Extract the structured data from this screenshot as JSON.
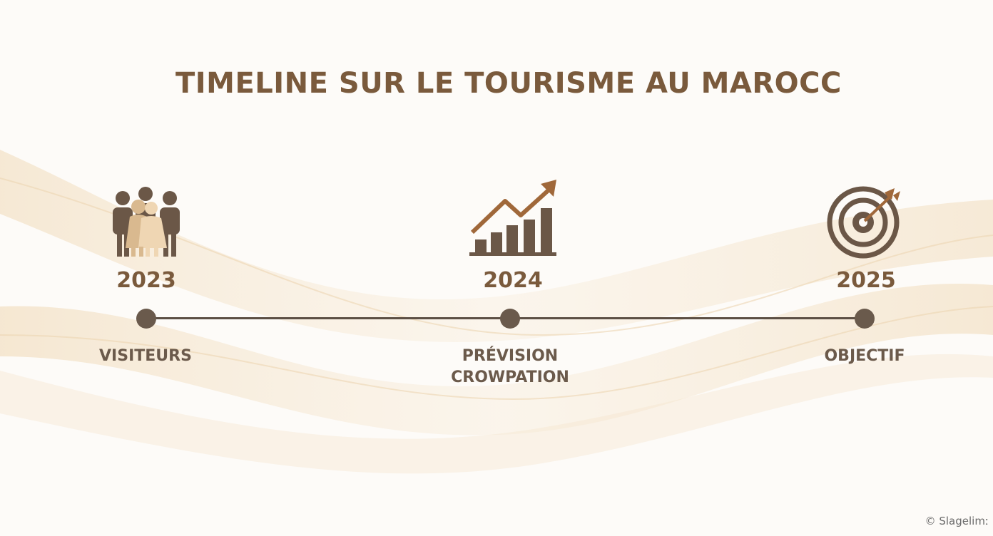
{
  "title": "TIMELINE SUR LE TOURISME AU MAROCC",
  "milestones": [
    {
      "year": "2023",
      "label_lines": [
        "VISITEURS"
      ],
      "icon": "people-group-icon"
    },
    {
      "year": "2024",
      "label_lines": [
        "PRÉVISION",
        "CROWPATION"
      ],
      "icon": "growth-chart-icon"
    },
    {
      "year": "2025",
      "label_lines": [
        "OBJECTIF"
      ],
      "icon": "target-icon"
    }
  ],
  "credit": "© Slagelimː",
  "colors": {
    "accent": "#7a5a3c",
    "dark": "#5c4f44",
    "background": "#fdfbf8",
    "wave": "#f3e3c8"
  }
}
